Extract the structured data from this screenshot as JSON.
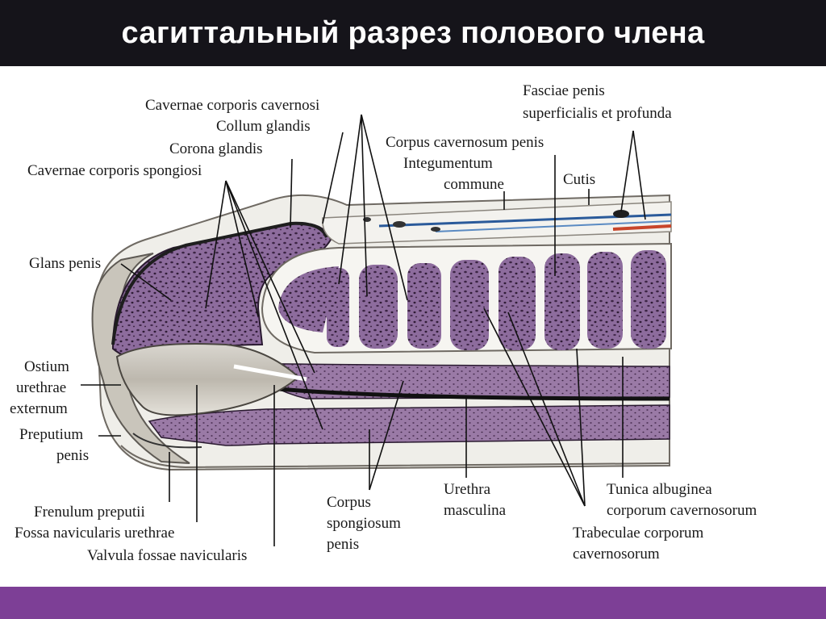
{
  "slide": {
    "title": "сагиттальный разрез полового члена"
  },
  "labels": {
    "cavernae_corporis_cavernosi": "Cavernae corporis cavernosi",
    "collum_glandis": "Collum glandis",
    "corona_glandis": "Corona glandis",
    "cavernae_corporis_spongiosi": "Cavernae corporis spongiosi",
    "fasciae_penis_line1": "Fasciae penis",
    "fasciae_penis_line2": "superficialis et profunda",
    "corpus_cavernosum_penis": "Corpus cavernosum penis",
    "integumentum_line1": "Integumentum",
    "integumentum_line2": "commune",
    "cutis": "Cutis",
    "glans_penis": "Glans penis",
    "ostium_line1": "Ostium",
    "ostium_line2": "urethrae",
    "ostium_line3": "externum",
    "preputium_line1": "Preputium",
    "preputium_line2": "penis",
    "frenulum_preputii": "Frenulum preputii",
    "fossa_navicularis": "Fossa navicularis urethrae",
    "valvula_fossae": "Valvula fossae navicularis",
    "corpus_spongiosum_line1": "Corpus",
    "corpus_spongiosum_line2": "spongiosum",
    "corpus_spongiosum_line3": "penis",
    "urethra_line1": "Urethra",
    "urethra_line2": "masculina",
    "tunica_line1": "Tunica albuginea",
    "tunica_line2": "corporum cavernosorum",
    "trabeculae_line1": "Trabeculae corporum",
    "trabeculae_line2": "cavernosorum"
  },
  "colors": {
    "title_bar": "#15141a",
    "bottom_bar": "#7d3f96",
    "tissue_purple": "#8c6a9c",
    "tissue_dark": "#3a2440"
  }
}
